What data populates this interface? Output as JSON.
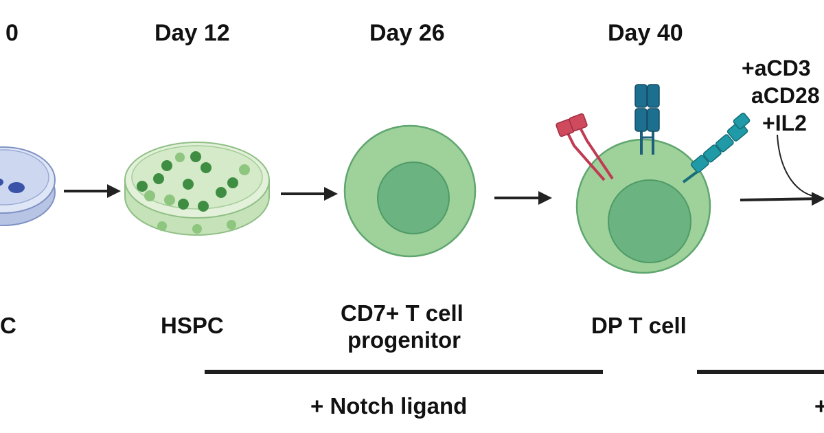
{
  "days": {
    "d0": "0",
    "d12": "Day 12",
    "d26": "Day 26",
    "d40": "Day 40"
  },
  "labels": {
    "stage0": "C",
    "hspc": "HSPC",
    "progenitor_line1": "CD7+ T cell",
    "progenitor_line2": "progenitor",
    "dp": "DP T cell"
  },
  "conditions": {
    "line1": "+aCD3",
    "line2": "aCD28",
    "line3": "+IL2"
  },
  "bars": {
    "notch": "+ Notch ligand",
    "right": "+"
  },
  "colors": {
    "dish_blue": "#c9d4ee",
    "dish_green": "#d6eccb",
    "cell_outer": "#9fd19b",
    "cell_nucleus": "#6bb482",
    "receptor_red": "#d04a5e",
    "receptor_blue": "#1d6f8f",
    "receptor_teal": "#1f9aa6",
    "arrow": "#222222"
  }
}
